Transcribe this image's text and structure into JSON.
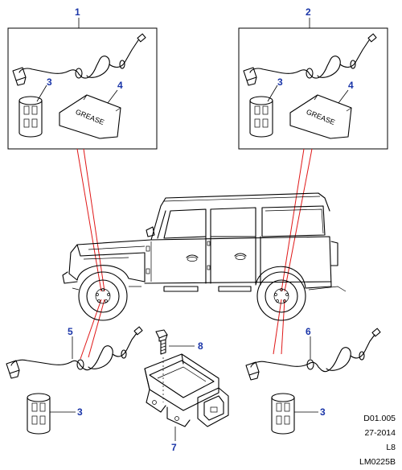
{
  "callouts": {
    "c1": "1",
    "c2": "2",
    "c3a": "3",
    "c4a": "4",
    "c3b": "3",
    "c4b": "4",
    "c5": "5",
    "c6": "6",
    "c8": "8",
    "c7": "7",
    "c3c": "3",
    "c3d": "3"
  },
  "grease_label_left": "GREASE",
  "grease_label_right": "GREASE",
  "reference": {
    "line1": "D01.005",
    "line2": "27-2014",
    "line3": "L8",
    "line4": "LM0225B"
  },
  "colors": {
    "callout": "#1a35a8",
    "leader_red": "#e01818"
  }
}
